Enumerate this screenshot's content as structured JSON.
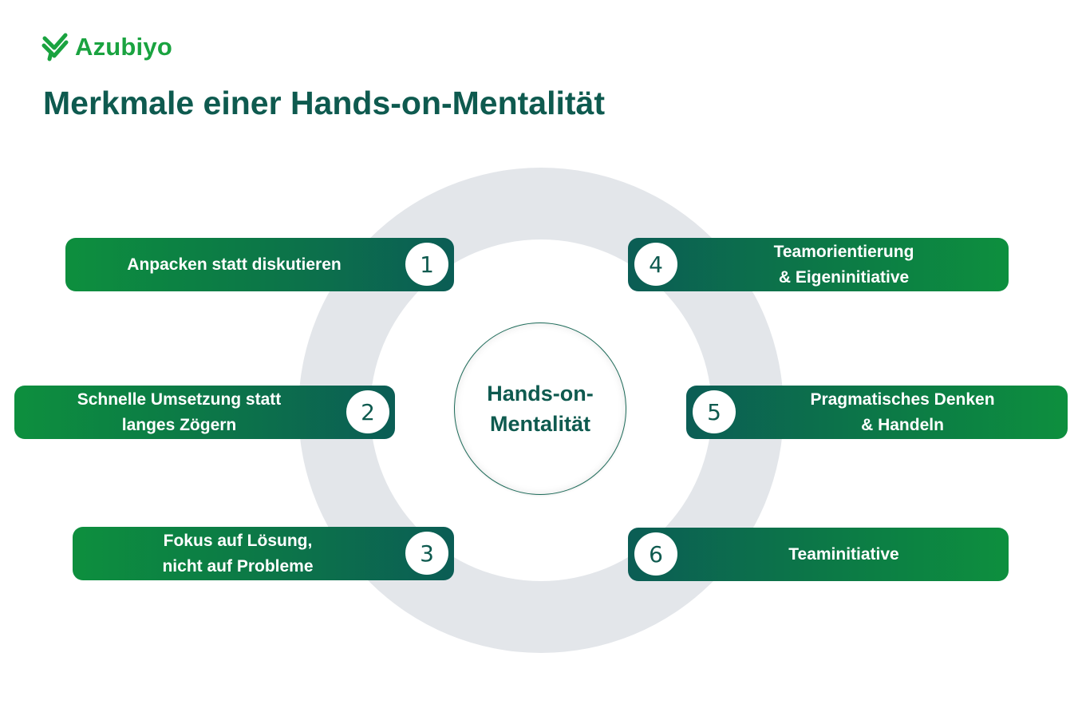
{
  "brand": {
    "name": "Azubiyo",
    "color": "#1aa340"
  },
  "title": "Merkmale einer Hands-on-Mentalität",
  "center": {
    "label": "Hands-on-\nMentalität"
  },
  "items": [
    {
      "number": "1",
      "label": "Anpacken statt diskutieren"
    },
    {
      "number": "2",
      "label": "Schnelle Umsetzung statt\nlanges Zögern"
    },
    {
      "number": "3",
      "label": "Fokus auf Lösung,\nnicht auf Probleme"
    },
    {
      "number": "4",
      "label": "Teamorientierung\n& Eigeninitiative"
    },
    {
      "number": "5",
      "label": "Pragmatisches Denken\n& Handeln"
    },
    {
      "number": "6",
      "label": "Teaminitiative"
    }
  ],
  "colors": {
    "title": "#0e5a4f",
    "pill_dark": "#0b5d55",
    "pill_light": "#0d8f3e",
    "ring": "#e3e6ea"
  }
}
